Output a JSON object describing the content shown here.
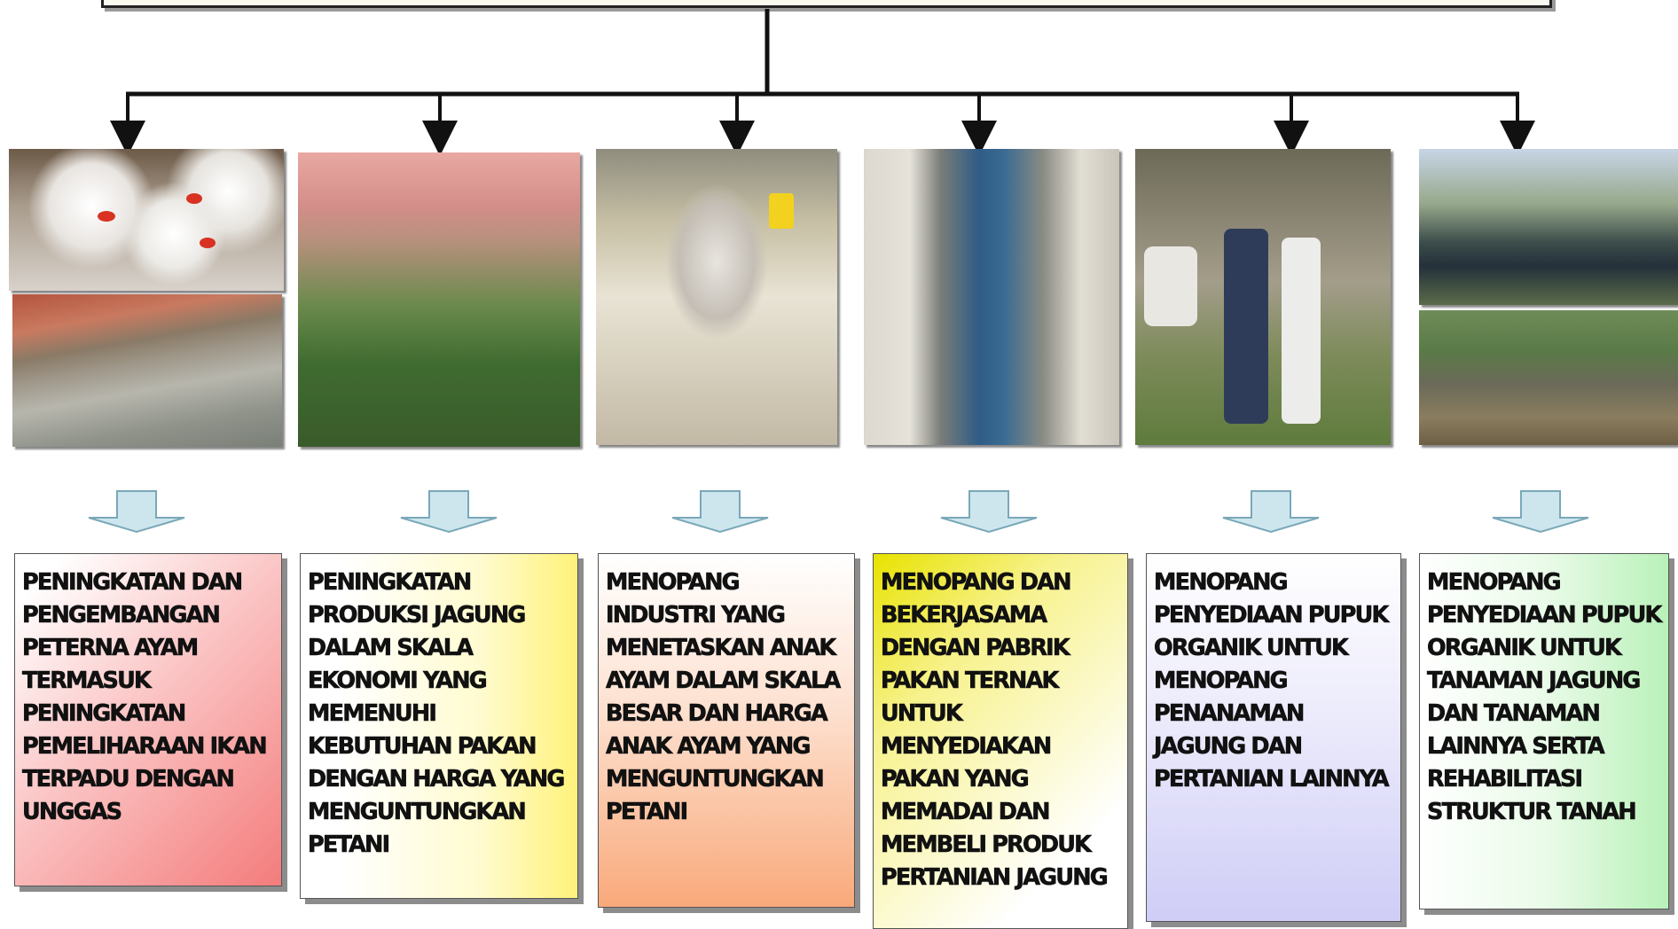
{
  "panels": [
    {
      "id": "peternakan-ayam",
      "photos": [
        "chickens-photo",
        "fish-pond-barn-photo"
      ],
      "text": "PENINGKATAN DAN PENGEMBANGAN PETERNA AYAM TERMASUK PENINGKATAN PEMELIHARAAN IKAN TERPADU DENGAN UNGGAS"
    },
    {
      "id": "jagung",
      "photos": [
        "corn-field-photo"
      ],
      "text": "PENINGKATAN PRODUKSI JAGUNG DALAM SKALA EKONOMI YANG MEMENUHI KEBUTUHAN PAKAN DENGAN HARGA YANG MENGUNTUNGKAN PETANI"
    },
    {
      "id": "penetasan",
      "photos": [
        "chicks-brooder-photo"
      ],
      "text": "MENOPANG INDUSTRI YANG MENETASKAN ANAK AYAM DALAM SKALA BESAR DAN HARGA ANAK AYAM YANG MENGUNTUNGKAN PETANI"
    },
    {
      "id": "pabrik-pakan",
      "photos": [
        "feed-factory-photo"
      ],
      "text": "MENOPANG DAN BEKERJASAMA DENGAN PABRIK PAKAN TERNAK UNTUK MENYEDIAKAN PAKAN YANG MEMADAI DAN MEMBELI PRODUK PERTANIAN JAGUNG"
    },
    {
      "id": "pupuk-organik",
      "photos": [
        "cattle-barn-photo"
      ],
      "text": "MENOPANG PENYEDIAAN PUPUK ORGANIK UNTUK MENOPANG PENANAMAN JAGUNG DAN PERTANIAN LAINNYA"
    },
    {
      "id": "rehabilitasi-tanah",
      "photos": [
        "compost-pile-photo",
        "farmers-compost-photo"
      ],
      "text": "MENOPANG PENYEDIAAN PUPUK ORGANIK UNTUK TANAMAN JAGUNG DAN TANAMAN LAINNYA SERTA REHABILITASI STRUKTUR TANAH"
    }
  ],
  "colors": {
    "connector": "#111111",
    "arrow_fill": "#cde6ee",
    "arrow_stroke": "#7aa8b8"
  }
}
